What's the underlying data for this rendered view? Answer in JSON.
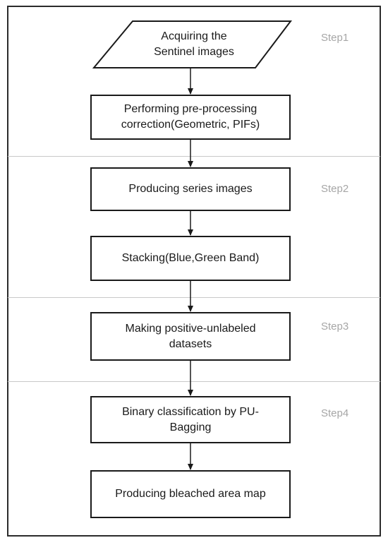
{
  "steps": [
    {
      "label": "Step1"
    },
    {
      "label": "Step2"
    },
    {
      "label": "Step3"
    },
    {
      "label": "Step4"
    }
  ],
  "nodes": [
    {
      "text": "Acquiring the\nSentinel images",
      "shape": "parallelogram"
    },
    {
      "text": "Performing pre-processing\ncorrection(Geometric, PIFs)",
      "shape": "rectangle"
    },
    {
      "text": "Producing series images",
      "shape": "rectangle"
    },
    {
      "text": "Stacking(Blue,Green Band)",
      "shape": "rectangle"
    },
    {
      "text": "Making positive-unlabeled\ndatasets",
      "shape": "rectangle"
    },
    {
      "text": "Binary classification by PU-\nBagging",
      "shape": "rectangle"
    },
    {
      "text": "Producing bleached area map",
      "shape": "rectangle"
    }
  ],
  "colors": {
    "border": "#1a1a1a",
    "step_label": "#a6a6a6",
    "divider": "#c9c9c9"
  }
}
